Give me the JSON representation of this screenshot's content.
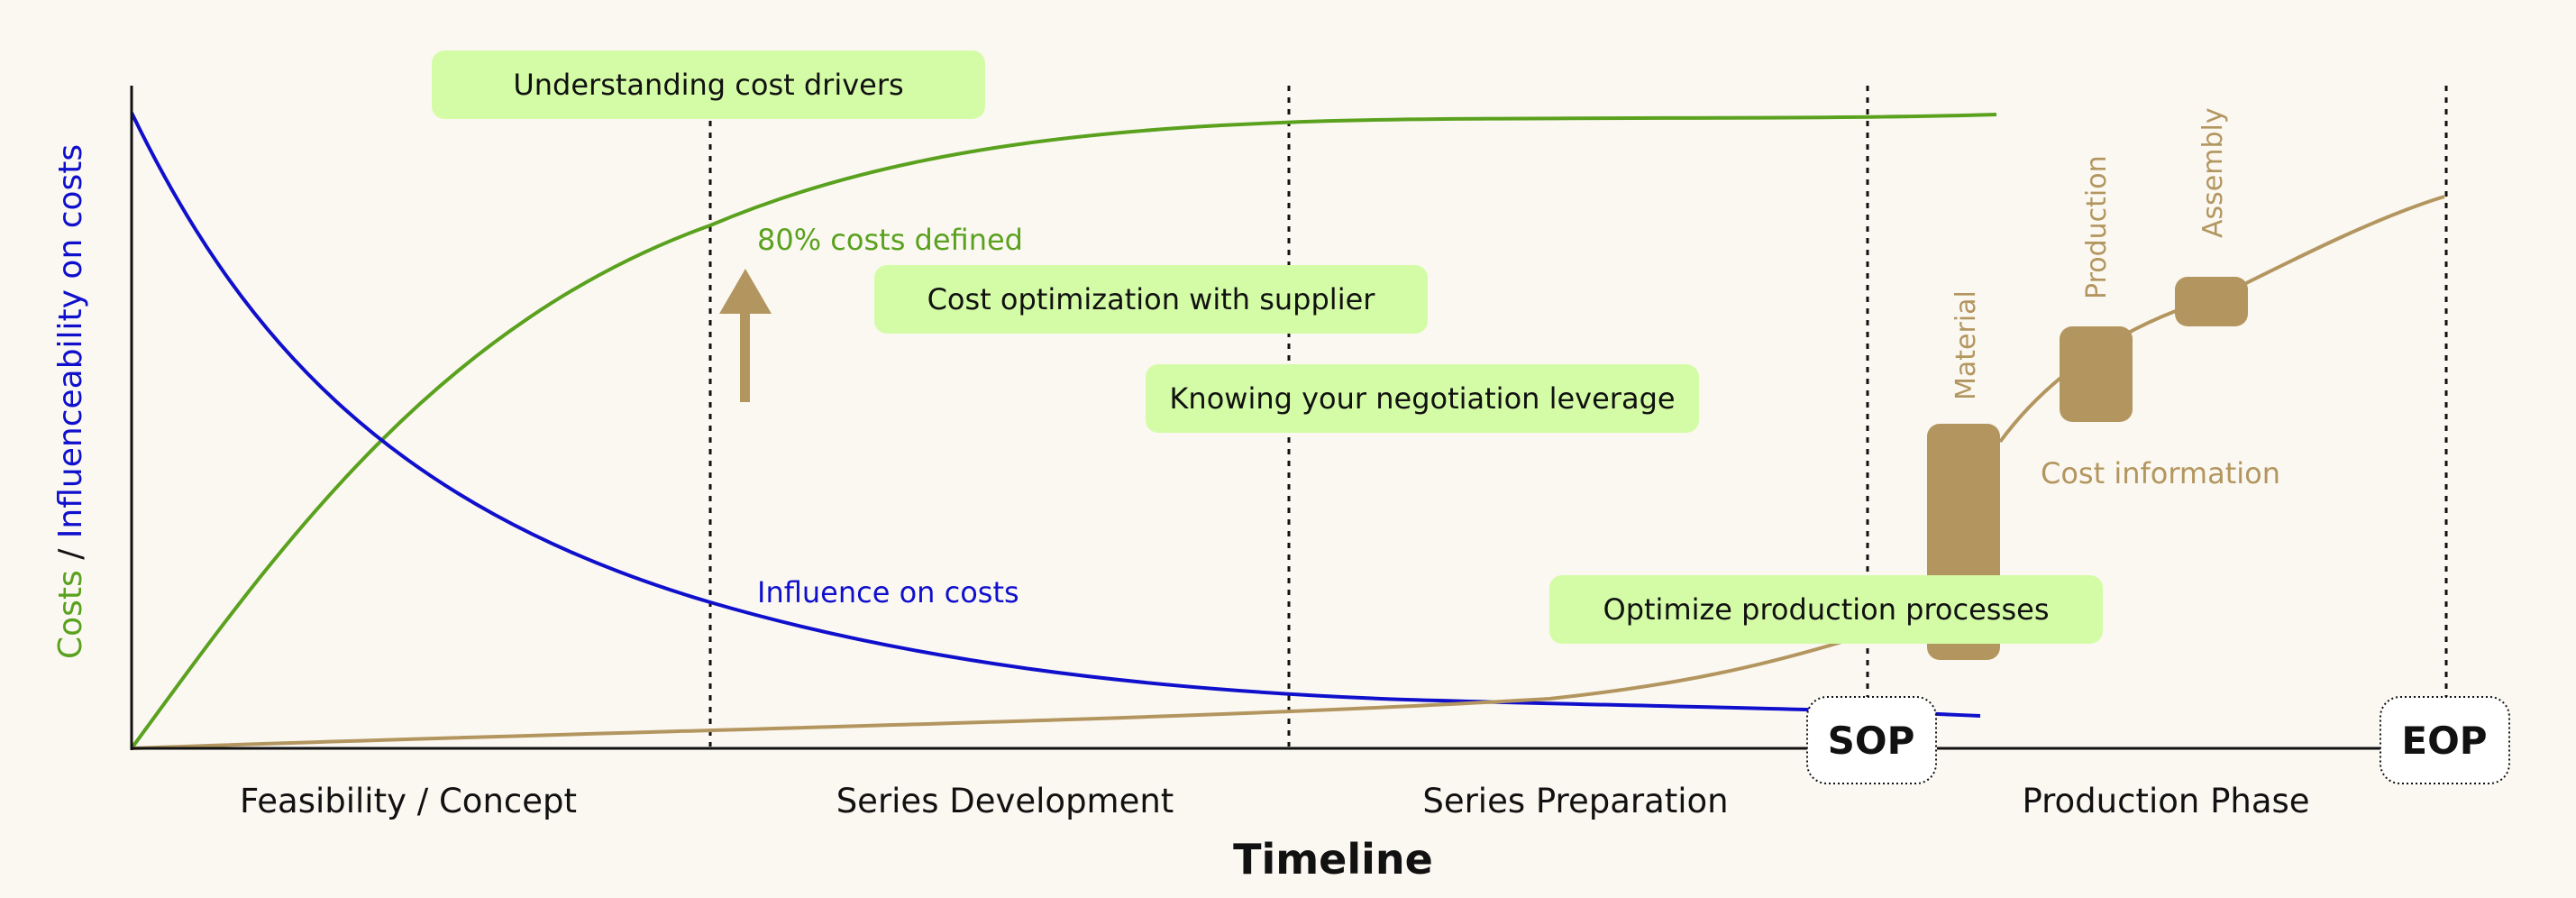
{
  "colors": {
    "costs": "#5aa11e",
    "influence": "#1010cc",
    "cost_info": "#b3965f",
    "box_fill": "#d4fca6",
    "axis": "#111111",
    "background": "#fbf8f2"
  },
  "y_axis_label": {
    "costs": "Costs",
    "separator": " / ",
    "influence": "Influenceability on costs"
  },
  "x_axis_title": "Timeline",
  "phases": [
    "Feasibility / Concept",
    "Series Development",
    "Series Preparation",
    "Production Phase"
  ],
  "milestones": {
    "sop": "SOP",
    "eop": "EOP"
  },
  "curve_labels": {
    "costs_defined": "80% costs defined",
    "influence": "Influence on costs",
    "cost_information": "Cost information"
  },
  "activities": [
    "Understanding cost drivers",
    "Cost optimization with supplier",
    "Knowing your negotiation leverage",
    "Optimize production processes"
  ],
  "cost_blocks": [
    "Material",
    "Production",
    "Assembly"
  ],
  "icons": {
    "arrow": "up-arrow-icon"
  }
}
